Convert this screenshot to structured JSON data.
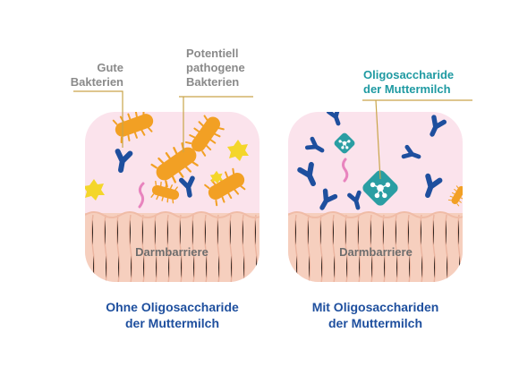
{
  "left_panel": {
    "callout_gute": [
      "Gute",
      "Bakterien"
    ],
    "callout_pathogen": [
      "Potentiell",
      "pathogene",
      "Bakterien"
    ],
    "barrier_label": "Darmbarriere",
    "caption": [
      "Ohne Oligosaccharide",
      "der Muttermilch"
    ]
  },
  "right_panel": {
    "callout_oligo": [
      "Oligosaccharide",
      "der Muttermilch"
    ],
    "barrier_label": "Darmbarriere",
    "caption": [
      "Mit Oligosacchariden",
      "der Muttermilch"
    ]
  },
  "colors": {
    "good_bacteria": "#1e4f9e",
    "pathogenic_bacteria": "#f2a024",
    "yellow_bacteria": "#f4d62a",
    "oligosaccharide": "#2a9ea3",
    "gut_lumen": "#fbe3ec",
    "barrier": "#f6cfbe",
    "callout_gray": "#8a8a8a",
    "callout_teal": "#1f9aa2",
    "caption_blue": "#1e4f9e"
  }
}
